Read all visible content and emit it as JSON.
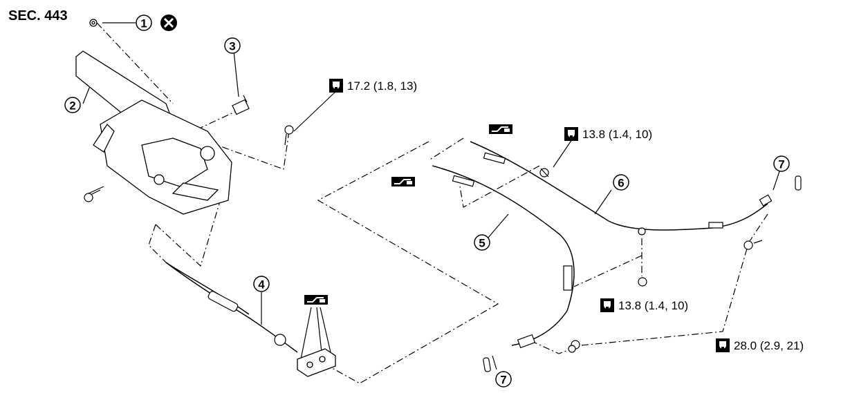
{
  "section_label": "SEC. 443",
  "callouts": {
    "c1": "1",
    "c2": "2",
    "c3": "3",
    "c4": "4",
    "c5": "5",
    "c6": "6",
    "c7a": "7",
    "c7b": "7"
  },
  "torques": {
    "t1": "17.2 (1.8, 13)",
    "t2": "13.8 (1.4, 10)",
    "t3": "13.8 (1.4, 10)",
    "t4": "28.0 (2.9, 21)"
  },
  "icons": {
    "replace": "do-not-reuse-icon",
    "torque": "torque-wrench-icon",
    "grease": "grease-apply-icon"
  },
  "colors": {
    "line": "#000000",
    "background": "#ffffff"
  }
}
